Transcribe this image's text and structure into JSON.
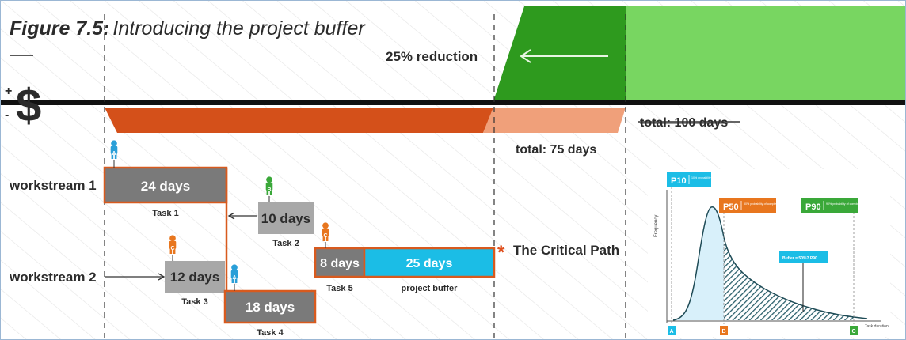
{
  "figure": {
    "number": "Figure 7.5:",
    "title": "Introducing the project buffer"
  },
  "money": {
    "symbol": "$",
    "plus": "+",
    "minus": "-"
  },
  "reduction_label": "25% reduction",
  "total_75": "total: 75 days",
  "total_100": "total: 100 days",
  "critical_path": {
    "asterisk": "*",
    "label": "The Critical Path"
  },
  "workstreams": [
    "workstream 1",
    "workstream 2"
  ],
  "tasks": {
    "task1": {
      "duration": "24 days",
      "name": "Task 1",
      "person": "A"
    },
    "task2": {
      "duration": "10 days",
      "name": "Task 2",
      "person": "B"
    },
    "task3": {
      "duration": "12 days",
      "name": "Task 3",
      "person": "C"
    },
    "task4": {
      "duration": "18 days",
      "name": "Task 4",
      "person": "A"
    },
    "task5": {
      "duration": "8 days",
      "name": "Task 5",
      "person": "C"
    }
  },
  "buffer": {
    "duration": "25 days",
    "name": "project buffer"
  },
  "inset": {
    "p10": "P10",
    "p10_desc": "10% probability of completion",
    "p50": "P50",
    "p50_desc": "50% probability of completion",
    "p90": "P90",
    "p90_desc": "90% probability of completion",
    "buffer_note": "Buffer = 50%? P90",
    "y_axis": "Frequency",
    "x_axis": "Task duration",
    "marker_a": "A",
    "marker_b": "B",
    "marker_c": "C"
  },
  "colors": {
    "orange_bar": "#d4501a",
    "light_orange": "#f0a07a",
    "dark_green": "#2e9a1e",
    "light_green": "#78d661",
    "task_gray": "#7a7a7a",
    "task_light_gray": "#a8a8a8",
    "buffer_cyan": "#1bbde6",
    "critical_outline": "#d85a1e",
    "person_blue": "#2a9fd8",
    "person_green": "#3aa839",
    "person_orange": "#e8761e"
  }
}
